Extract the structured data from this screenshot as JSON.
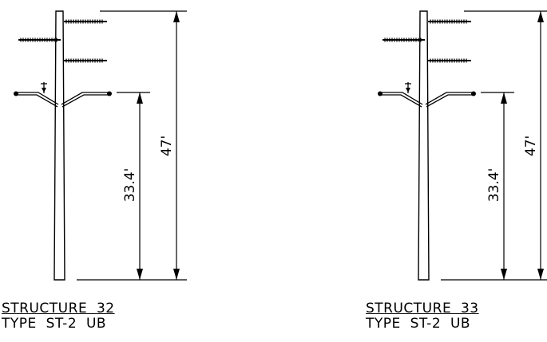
{
  "structures": [
    {
      "title": "STRUCTURE  32",
      "type": "TYPE  ST-2  UB",
      "total_height_label": "47'",
      "attach_height_label": "33.4'"
    },
    {
      "title": "STRUCTURE  33",
      "type": "TYPE  ST-2  UB",
      "total_height_label": "47'",
      "attach_height_label": "33.4'"
    }
  ],
  "colors": {
    "line": "#000000",
    "background": "#ffffff"
  }
}
